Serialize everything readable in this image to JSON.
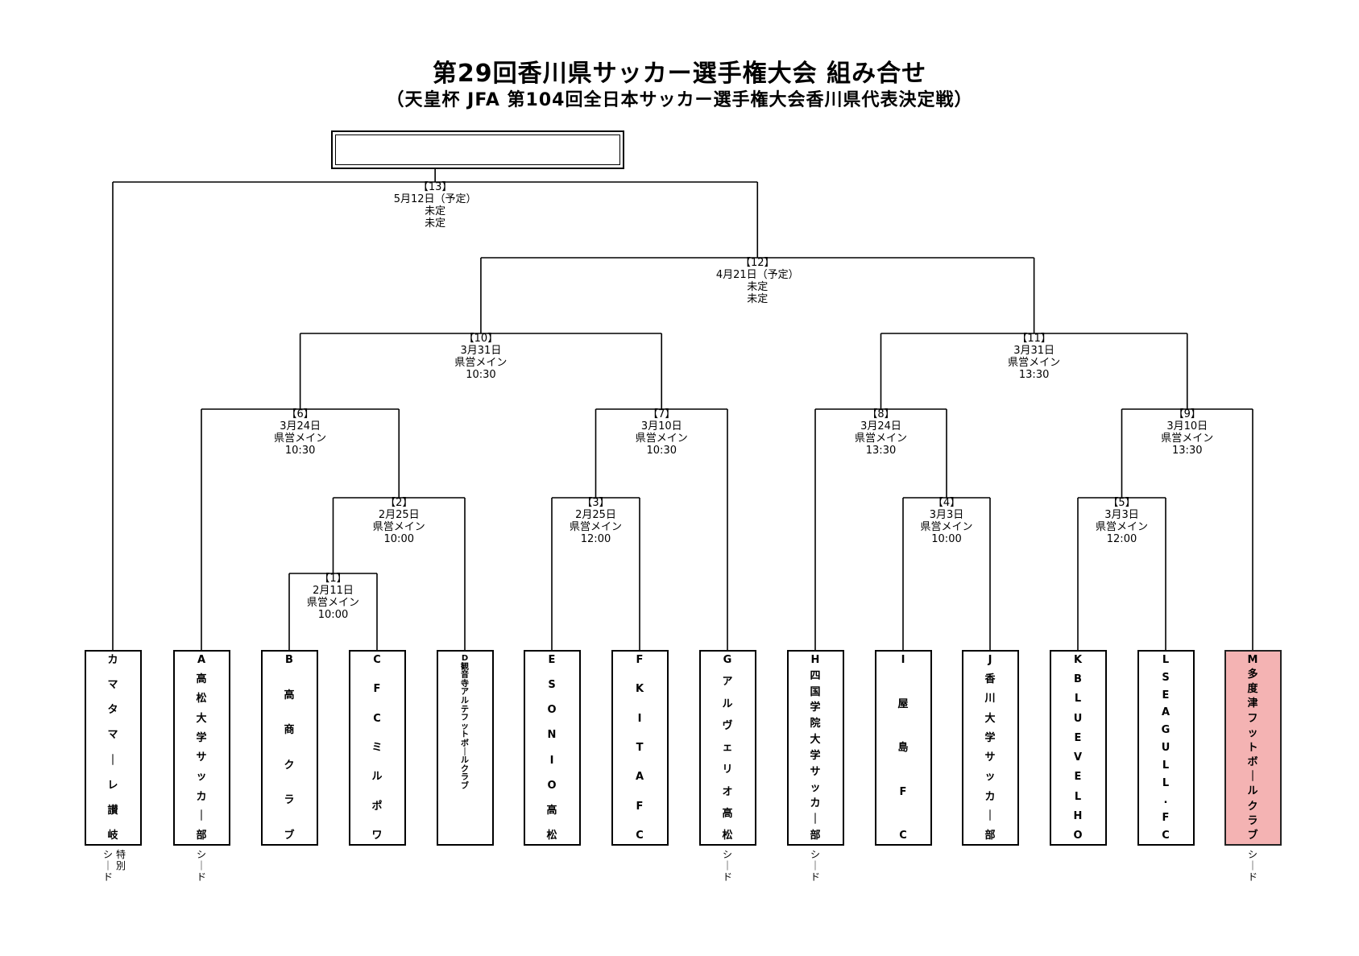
{
  "title": "第29回香川県サッカー選手権大会 組み合せ",
  "subtitle": "（天皇杯 JFA 第104回全日本サッカー選手権大会香川県代表決定戦）",
  "matches": [
    {
      "no": "【1】",
      "date": "2月11日",
      "venue": "県営メイン",
      "time": "10:00"
    },
    {
      "no": "【2】",
      "date": "2月25日",
      "venue": "県営メイン",
      "time": "10:00"
    },
    {
      "no": "【3】",
      "date": "2月25日",
      "venue": "県営メイン",
      "time": "12:00"
    },
    {
      "no": "【4】",
      "date": "3月3日",
      "venue": "県営メイン",
      "time": "10:00"
    },
    {
      "no": "【5】",
      "date": "3月3日",
      "venue": "県営メイン",
      "time": "12:00"
    },
    {
      "no": "【6】",
      "date": "3月24日",
      "venue": "県営メイン",
      "time": "10:30"
    },
    {
      "no": "【7】",
      "date": "3月10日",
      "venue": "県営メイン",
      "time": "10:30"
    },
    {
      "no": "【8】",
      "date": "3月24日",
      "venue": "県営メイン",
      "time": "13:30"
    },
    {
      "no": "【9】",
      "date": "3月10日",
      "venue": "県営メイン",
      "time": "13:30"
    },
    {
      "no": "【10】",
      "date": "3月31日",
      "venue": "県営メイン",
      "time": "10:30"
    },
    {
      "no": "【11】",
      "date": "3月31日",
      "venue": "県営メイン",
      "time": "13:30"
    },
    {
      "no": "【12】",
      "date": "4月21日（予定）",
      "venue": "未定",
      "time": "未定"
    },
    {
      "no": "【13】",
      "date": "5月12日（予定）",
      "venue": "未定",
      "time": "未定"
    }
  ],
  "teams": [
    {
      "letter": "",
      "name": "カマタマーレ讃岐",
      "note": "特別シード"
    },
    {
      "letter": "A",
      "name": "高松大学サッカー部",
      "note": "シード"
    },
    {
      "letter": "B",
      "name": "高商クラブ",
      "note": ""
    },
    {
      "letter": "C",
      "name": "FCミルポワ",
      "note": ""
    },
    {
      "letter": "D",
      "name": "観音寺アルテフットボールクラブ",
      "note": ""
    },
    {
      "letter": "E",
      "name": "SONIO高松",
      "note": ""
    },
    {
      "letter": "F",
      "name": "KITA FC",
      "note": ""
    },
    {
      "letter": "G",
      "name": "アルヴェリオ高松",
      "note": "シード"
    },
    {
      "letter": "H",
      "name": "四国学院大学サッカー部",
      "note": "シード"
    },
    {
      "letter": "I",
      "name": "屋島FC",
      "note": ""
    },
    {
      "letter": "J",
      "name": "香川大学サッカー部",
      "note": ""
    },
    {
      "letter": "K",
      "name": "BLUE VELHO",
      "note": ""
    },
    {
      "letter": "L",
      "name": "SEAGULL.FC",
      "note": ""
    },
    {
      "letter": "M",
      "name": "多度津フットボールクラブ",
      "note": "シード"
    }
  ],
  "colors": {
    "highlight": "#f4b3b3"
  }
}
